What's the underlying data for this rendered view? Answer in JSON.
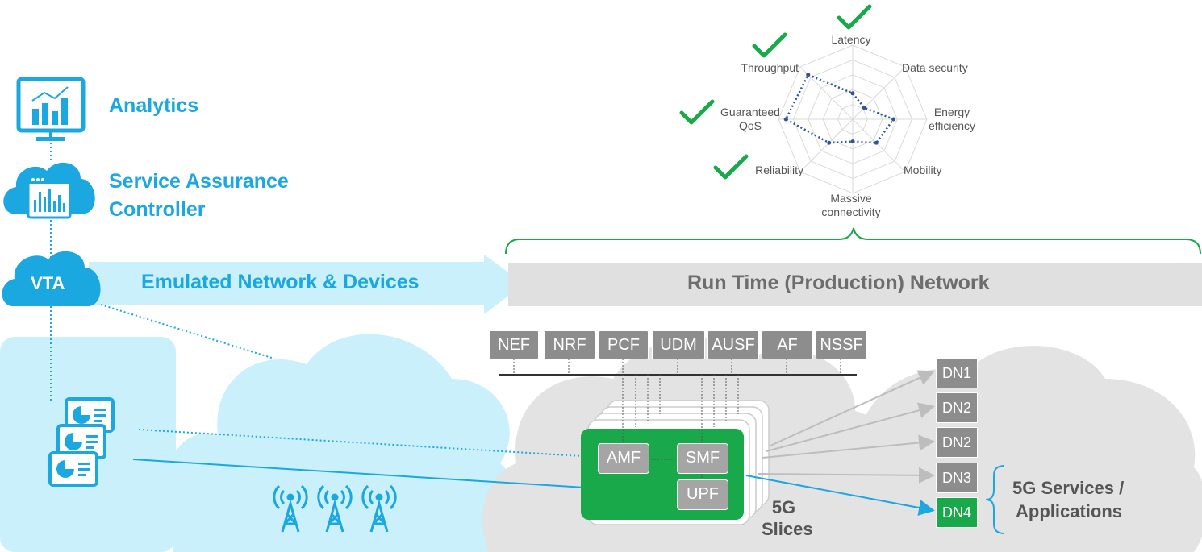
{
  "left_stack": {
    "analytics_label": "Analytics",
    "controller_label_line1": "Service Assurance",
    "controller_label_line2": "Controller",
    "vta_label": "VTA"
  },
  "banner": {
    "emulated_label": "Emulated Network & Devices",
    "runtime_label": "Run Time (Production) Network"
  },
  "radar": {
    "axes": [
      "Latency",
      "Data security",
      "Energy efficiency",
      "Mobility",
      "Massive connectivity",
      "Reliability",
      "Guaranteed QoS",
      "Throughput"
    ],
    "labels": {
      "latency": "Latency",
      "data_security": "Data security",
      "energy_1": "Energy",
      "energy_2": "efficiency",
      "mobility": "Mobility",
      "massive_1": "Massive",
      "massive_2": "connectivity",
      "reliability": "Reliability",
      "qos_1": "Guaranteed",
      "qos_2": "QoS",
      "throughput": "Throughput"
    },
    "checked": [
      "Latency",
      "Throughput",
      "Guaranteed QoS",
      "Reliability"
    ],
    "check_color": "#19a84a",
    "line_color": "#2f5597"
  },
  "network_functions": [
    "NEF",
    "NRF",
    "PCF",
    "UDM",
    "AUSF",
    "AF",
    "NSSF"
  ],
  "slice": {
    "amf": "AMF",
    "smf": "SMF",
    "upf": "UPF",
    "label_line1": "5G",
    "label_line2": "Slices",
    "color": "#19a84a"
  },
  "data_networks": [
    "DN1",
    "DN2",
    "DN2",
    "DN3",
    "DN4"
  ],
  "services": {
    "line1": "5G Services /",
    "line2": "Applications"
  },
  "colors": {
    "accent_blue": "#1ba7e0",
    "light_blue": "#c9f0fb",
    "cloud_grey": "#e3e3e3",
    "green": "#19a84a"
  }
}
